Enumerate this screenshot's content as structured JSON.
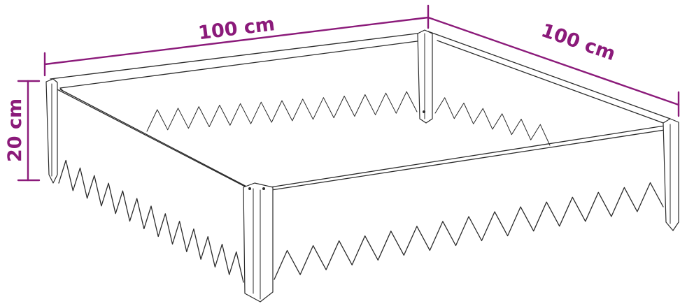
{
  "dimensions": {
    "length_label": "100 cm",
    "width_label": "100 cm",
    "height_label": "20 cm"
  },
  "colors": {
    "dimension": "#8b1a7a",
    "outline": "#2b2b2b",
    "background": "#ffffff"
  },
  "product": {
    "type": "raised garden bed frame with zigzag spike edges",
    "zigzag_count_per_side": 13
  }
}
